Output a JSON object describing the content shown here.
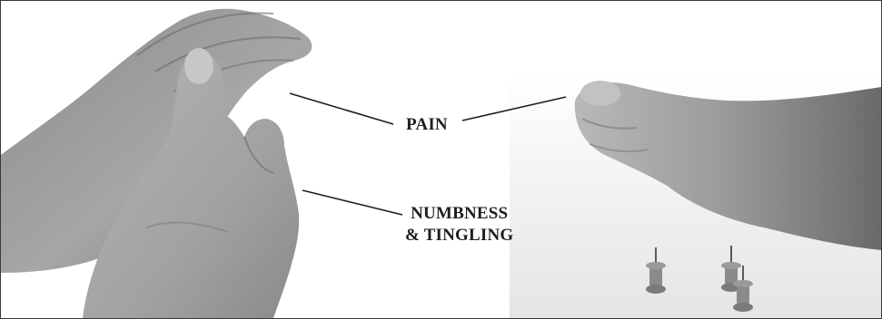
{
  "labels": {
    "pain": "PAIN",
    "numbness_line1": "NUMBNESS",
    "numbness_line2": "& TINGLING"
  },
  "colors": {
    "skin_dark": "#6f6f6f",
    "skin_mid": "#9a9a9a",
    "skin_light": "#c9c9c9",
    "background": "#ffffff",
    "pin": "#7a7a7a"
  }
}
